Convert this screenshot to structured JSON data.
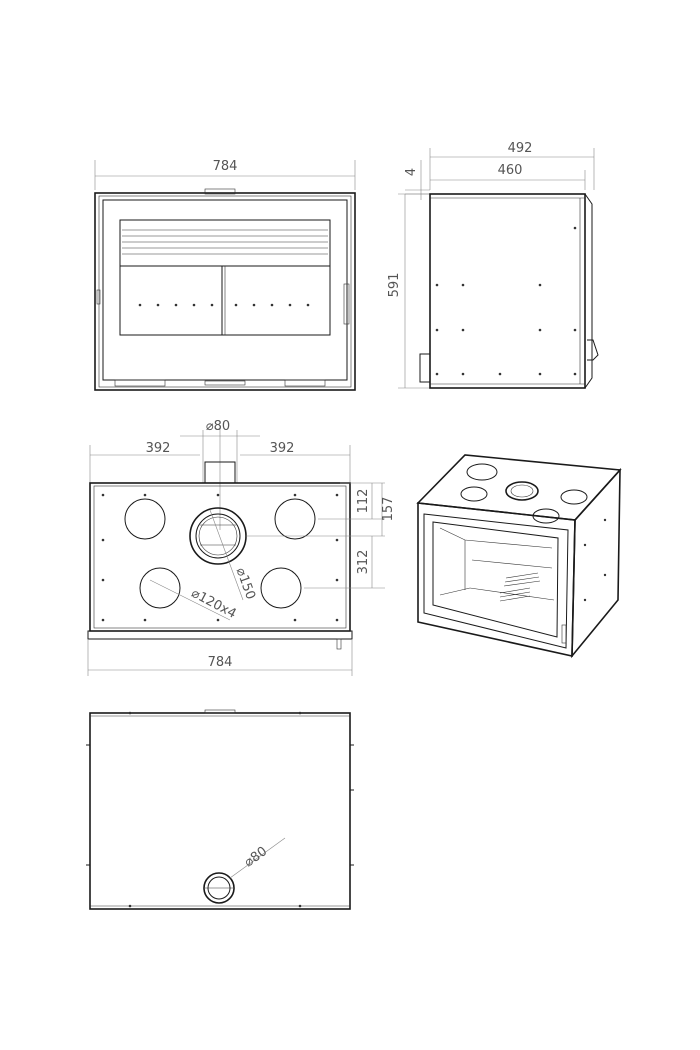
{
  "front_view": {
    "width_label": "784"
  },
  "side_view": {
    "depth_total_label": "492",
    "depth_body_label": "460",
    "top_offset_label": "4",
    "height_label": "591"
  },
  "top_view": {
    "left_offset_label": "392",
    "right_offset_label": "392",
    "flue_diameter_label": "⌀80",
    "width_label": "784",
    "dim_112_label": "112",
    "dim_157_label": "157",
    "dim_312_label": "312",
    "center_collar_label": "⌀150",
    "side_holes_label": "⌀120x4"
  },
  "bottom_view": {
    "inlet_diameter_label": "⌀80"
  }
}
